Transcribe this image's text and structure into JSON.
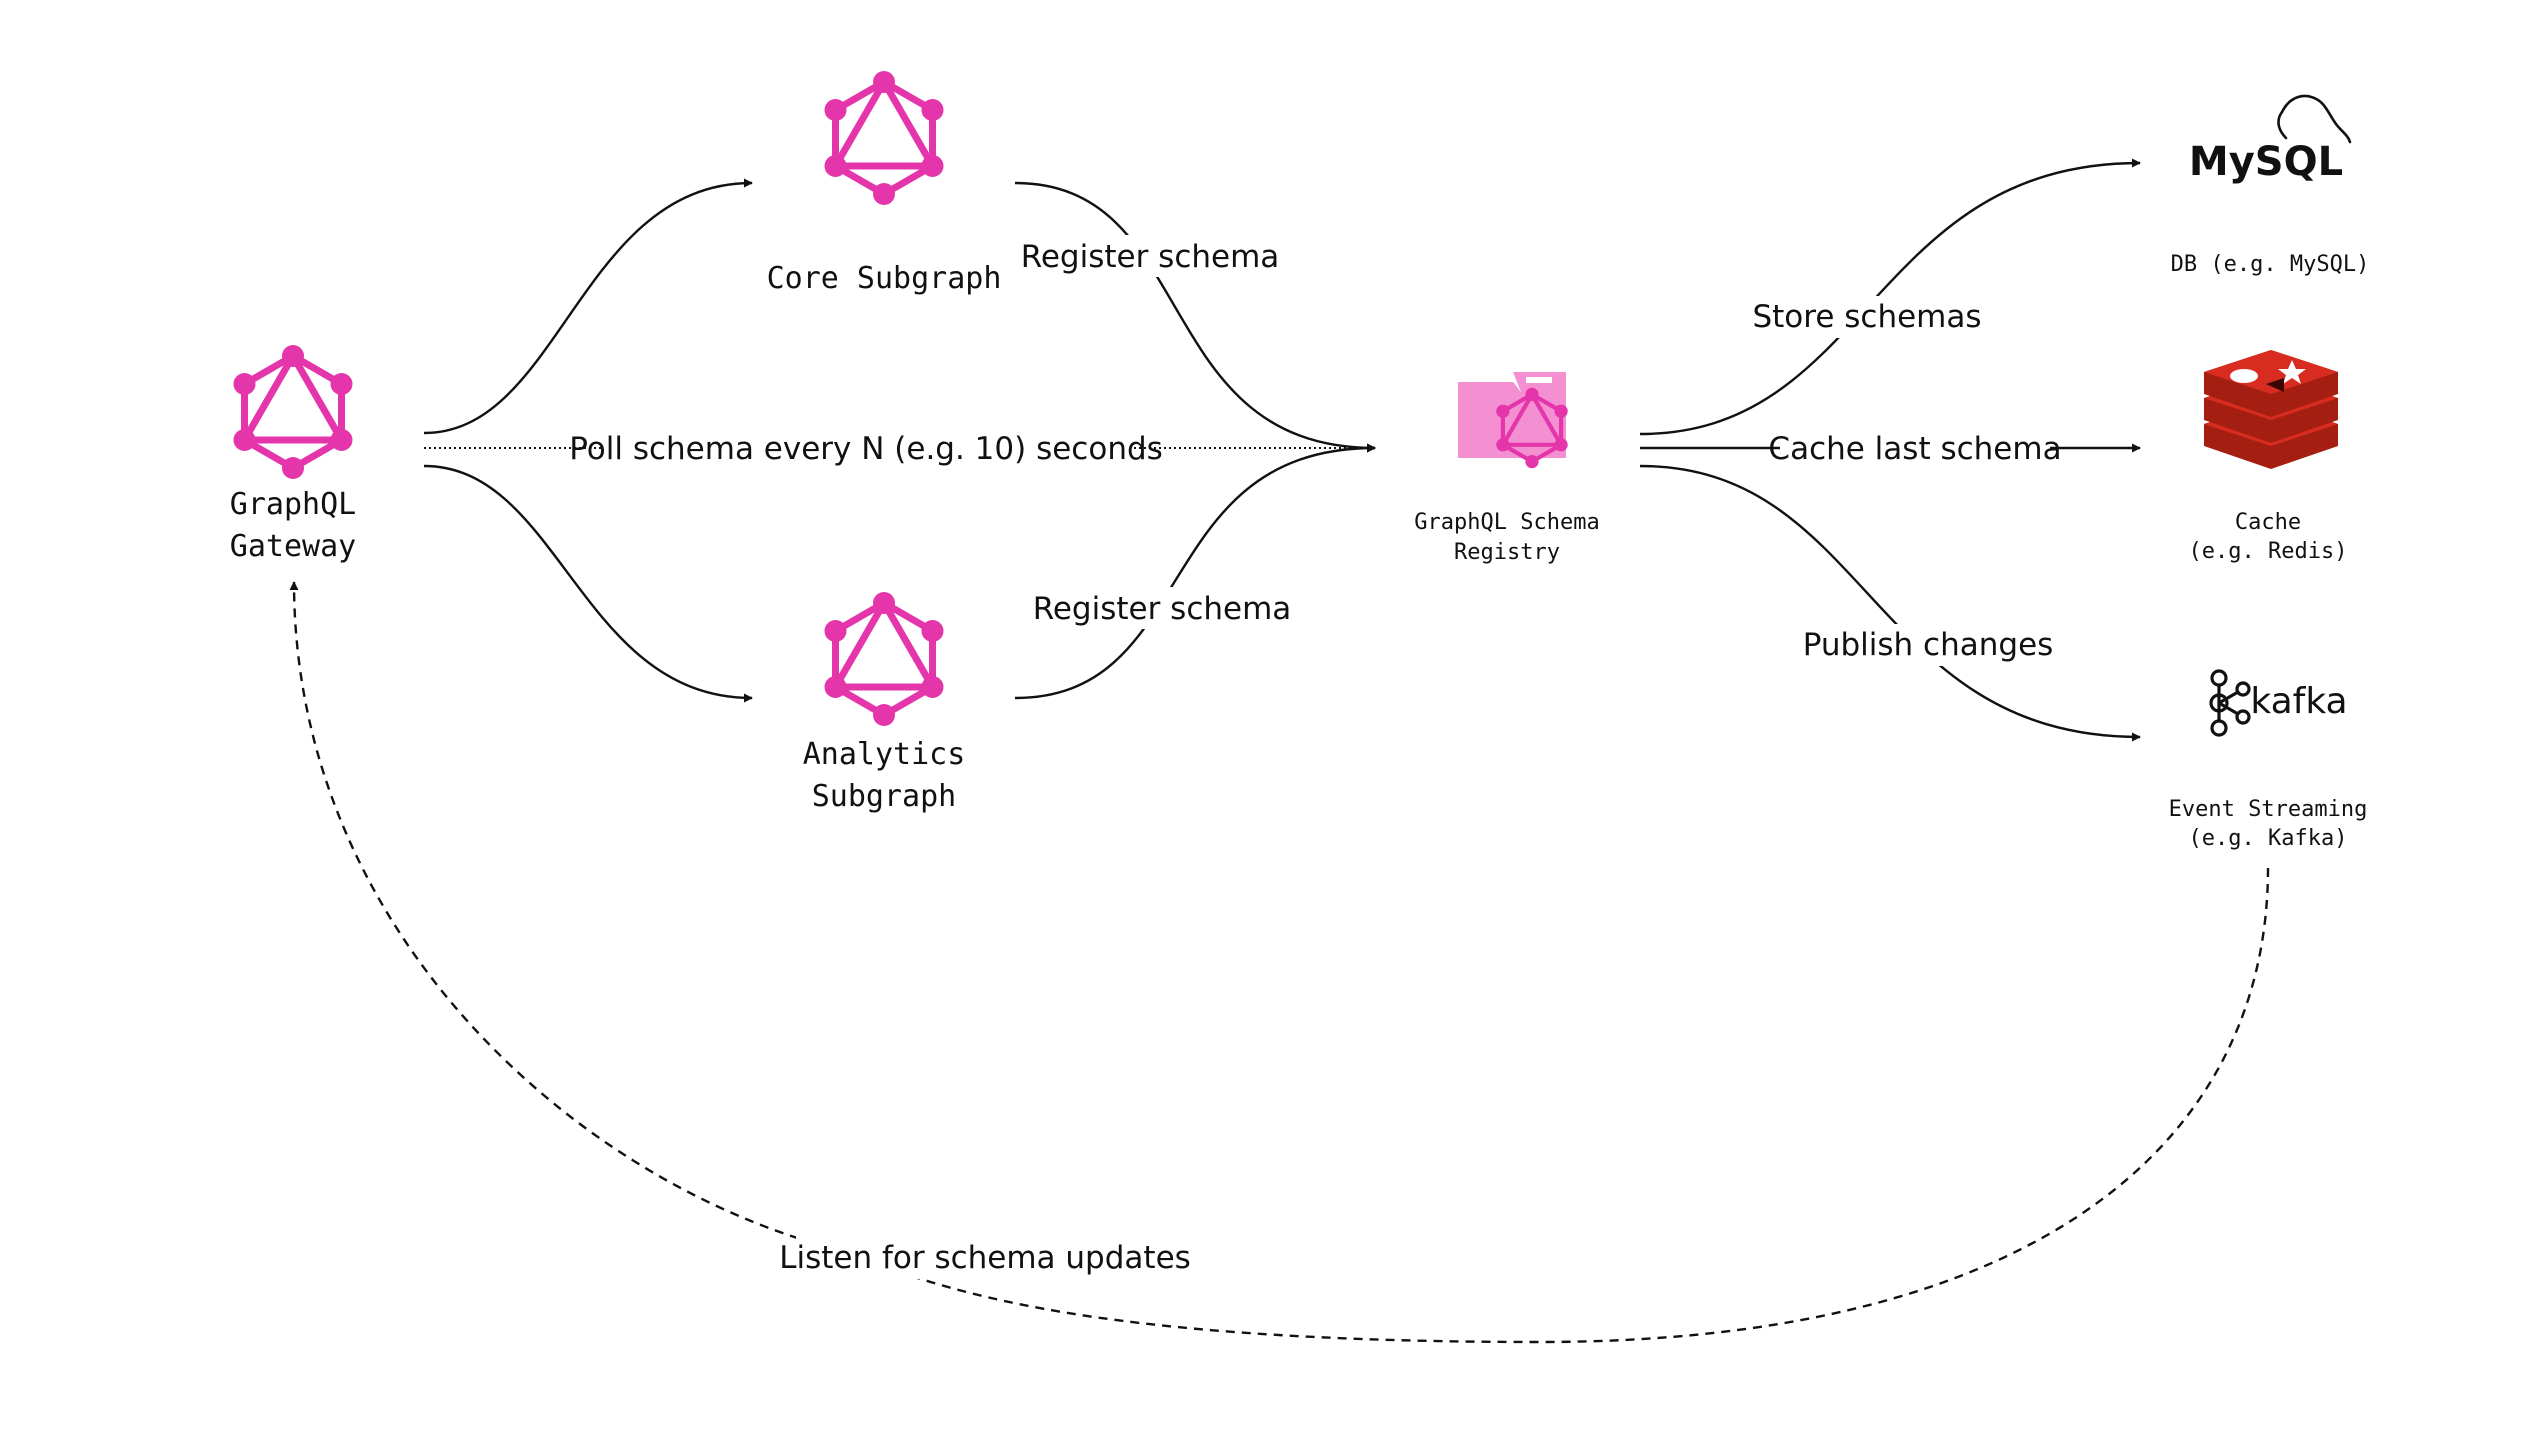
{
  "nodes": {
    "gateway": {
      "line1": "GraphQL",
      "line2": "Gateway",
      "icon": "graphql-icon"
    },
    "core": {
      "line1": "Core Subgraph",
      "icon": "graphql-icon"
    },
    "analytics": {
      "line1": "Analytics",
      "line2": "Subgraph",
      "icon": "graphql-icon"
    },
    "registry": {
      "line1": "GraphQL Schema",
      "line2": "Registry",
      "icon": "folder-graphql-icon"
    },
    "db": {
      "line1": "DB (e.g. MySQL)",
      "logo_text": "MySQL",
      "icon": "mysql-dolphin-icon"
    },
    "cache": {
      "line1": "Cache",
      "line2": "(e.g. Redis)",
      "icon": "redis-icon"
    },
    "stream": {
      "line1": "Event Streaming",
      "line2": "(e.g. Kafka)",
      "logo_text": "kafka",
      "icon": "kafka-icon"
    }
  },
  "edges": {
    "register_core": "Register schema",
    "register_analytics": "Register schema",
    "poll": "Poll schema every N (e.g. 10) seconds",
    "store": "Store schemas",
    "cache": "Cache last schema",
    "publish": "Publish changes",
    "listen": "Listen for schema updates"
  },
  "colors": {
    "graphql_pink": "#e535ab",
    "folder_pink": "#f48fd2",
    "redis_red": "#c6302b",
    "redis_dark": "#a41e11",
    "line": "#111111"
  }
}
